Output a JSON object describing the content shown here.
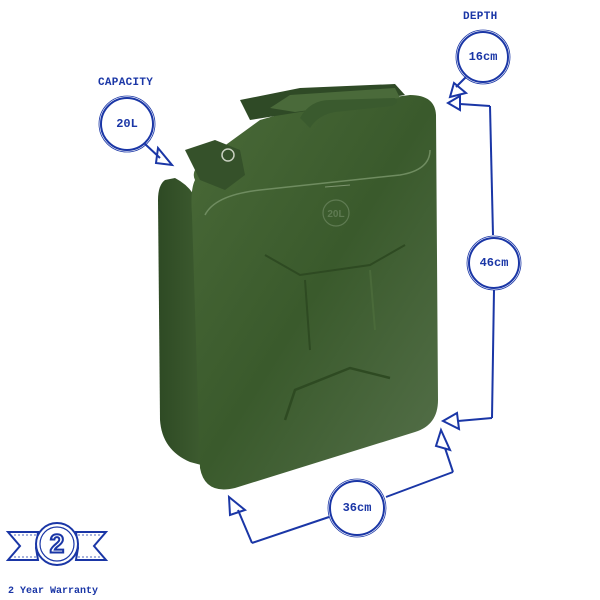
{
  "product": {
    "name": "Jerry Can",
    "emboss_text": "20L",
    "body_color": "#3c5a2e"
  },
  "dimensions": {
    "capacity": {
      "label": "CAPACITY",
      "value": "20L"
    },
    "depth": {
      "label": "DEPTH",
      "value": "16cm"
    },
    "height": {
      "value": "46cm"
    },
    "width": {
      "value": "36cm"
    }
  },
  "warranty": {
    "years": "2",
    "label": "2 Year Warranty"
  },
  "colors": {
    "annotation_blue": "#1a36a6",
    "background": "#ffffff"
  }
}
